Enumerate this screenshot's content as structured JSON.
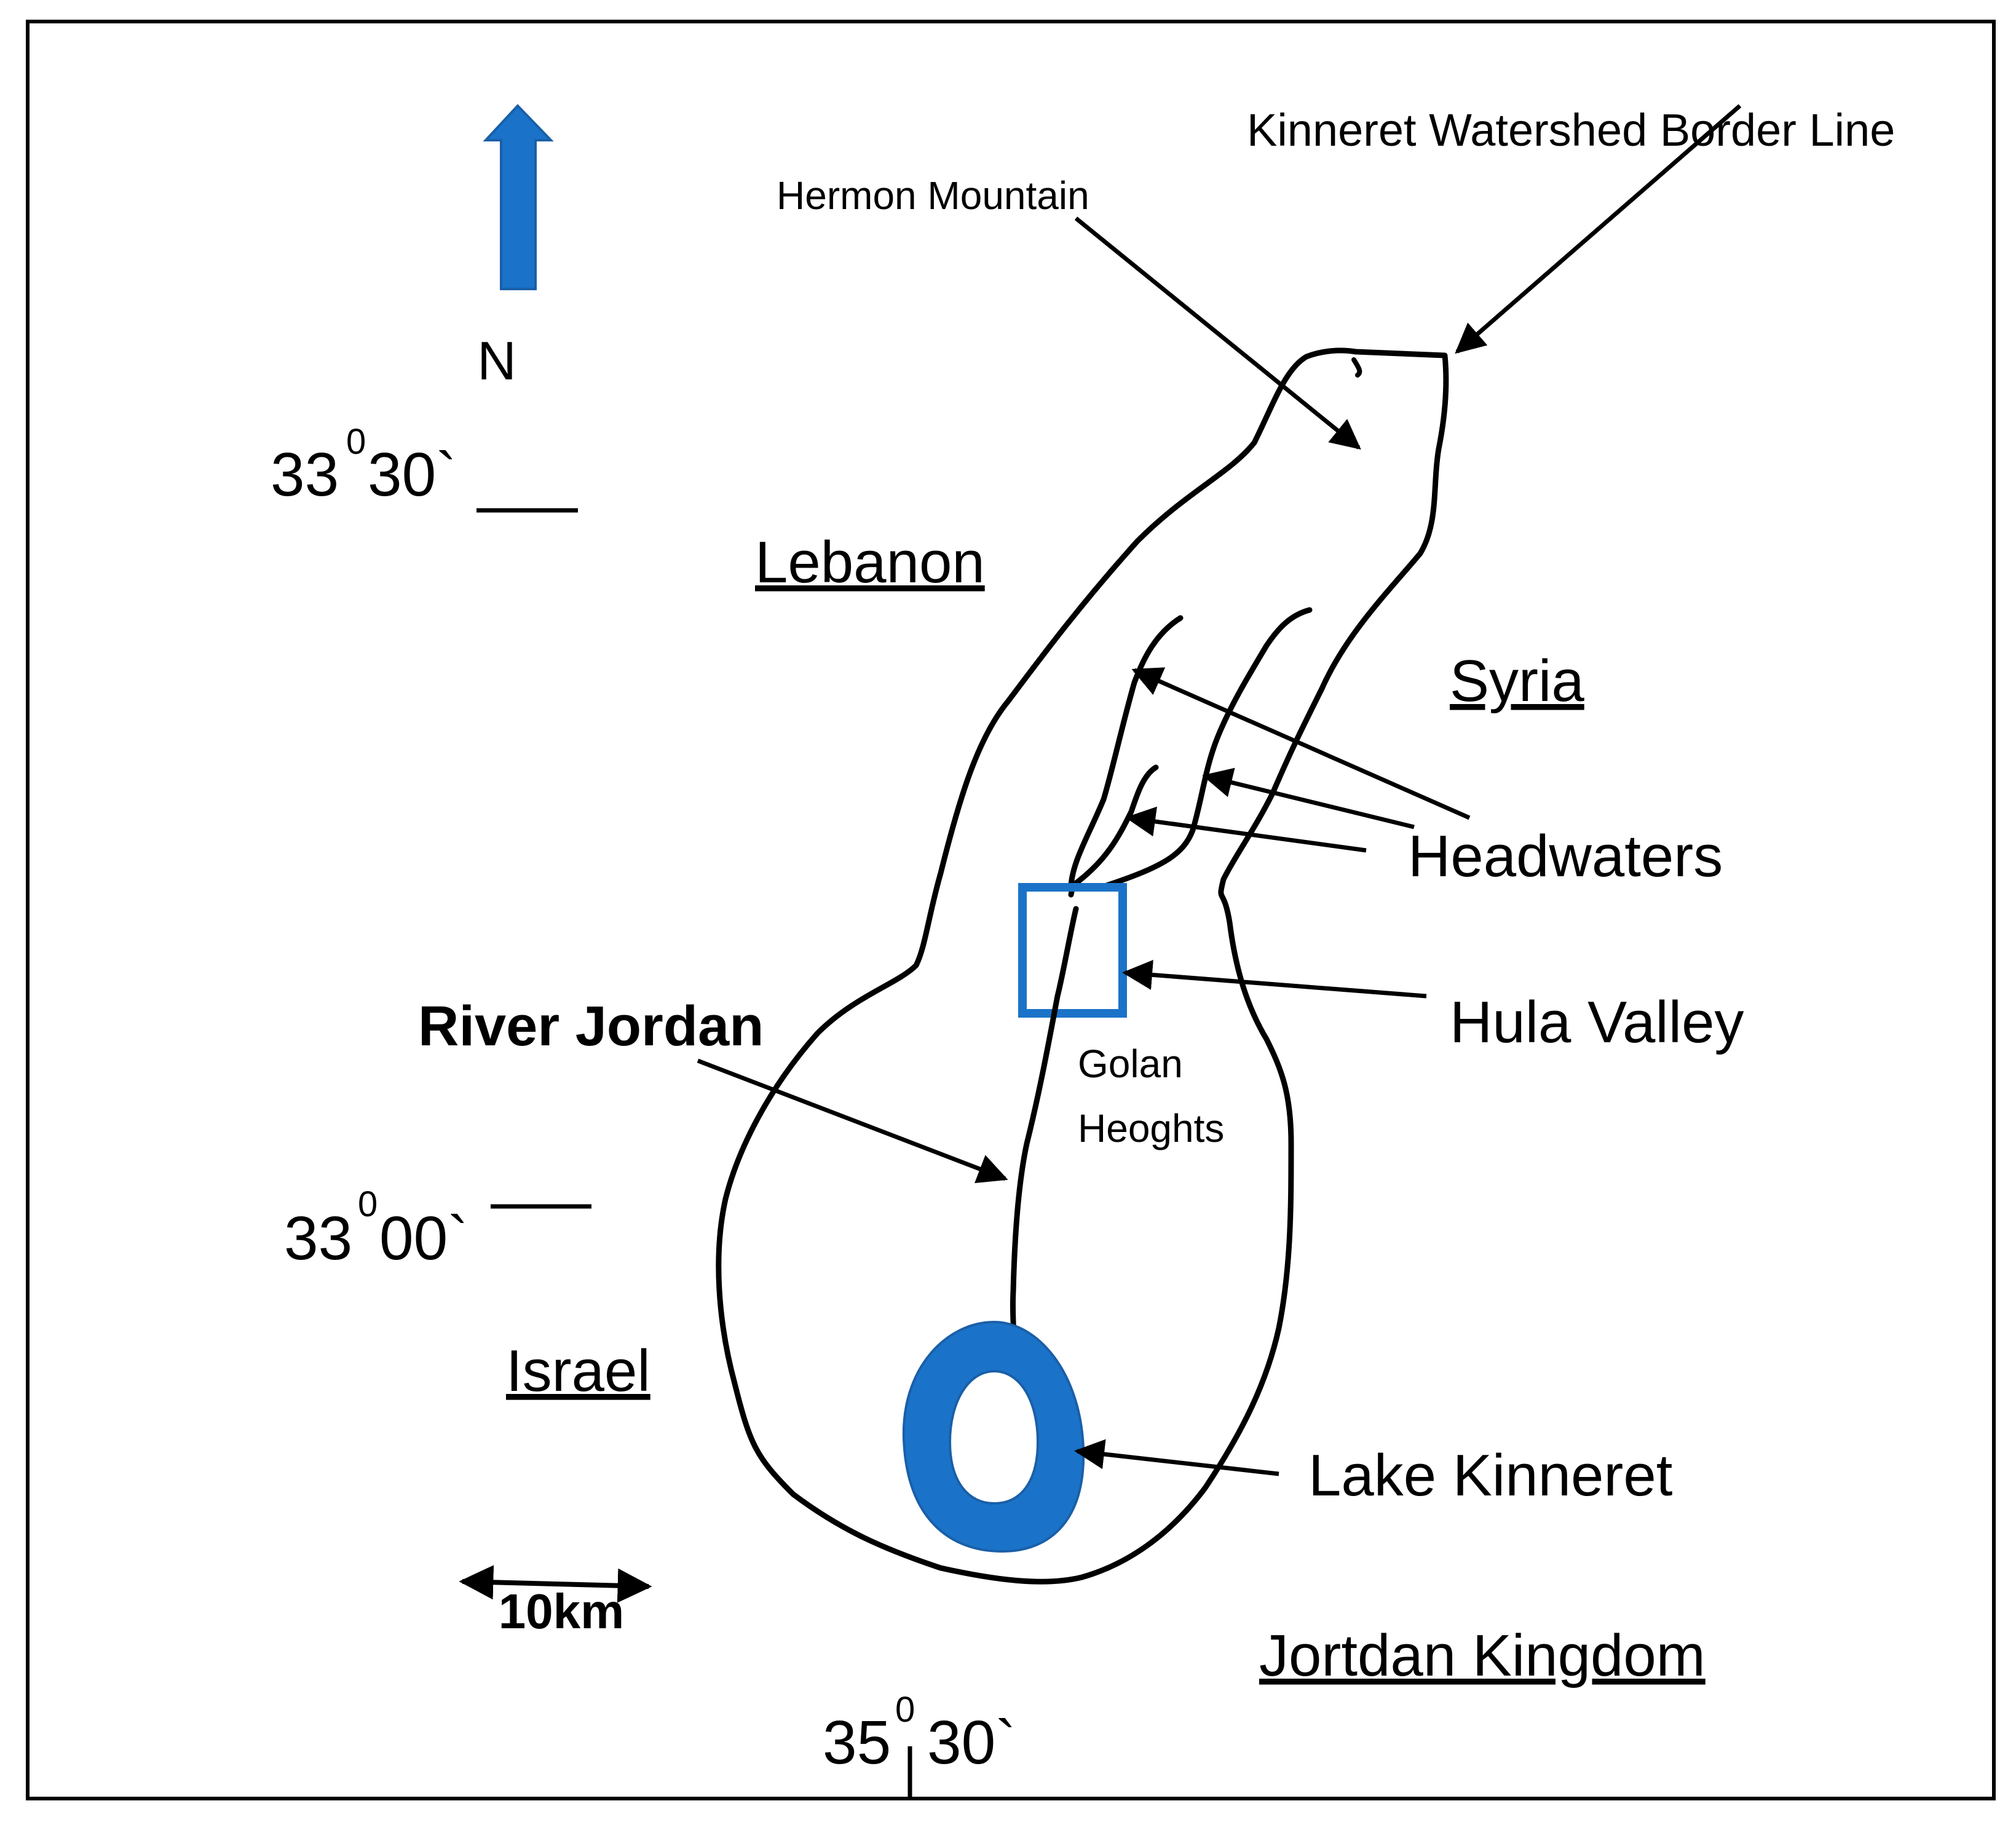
{
  "compass": {
    "letter": "N",
    "arrow_color": "#1a73c8"
  },
  "latitudes": [
    {
      "deg": "33",
      "sup": "0",
      "min": "30`"
    },
    {
      "deg": "33",
      "sup": "0",
      "min": "00`"
    }
  ],
  "longitude": {
    "deg": "35",
    "sup": "0",
    "min": "30`"
  },
  "countries": {
    "lebanon": "Lebanon",
    "syria": "Syria",
    "israel": "Israel",
    "jordan": "Jortdan Kingdom"
  },
  "labels": {
    "watershed_border": "Kinneret Watershed Border Line",
    "hermon": "Hermon Mountain",
    "headwaters": "Headwaters",
    "hula": "Hula Valley",
    "river": "River Jordan",
    "golan_1": "Golan",
    "golan_2": "Heoghts",
    "lake": "Lake Kinneret"
  },
  "scale": {
    "label": "10km"
  },
  "colors": {
    "water": "#1a73c8",
    "water_edge": "#1a5fa8",
    "line": "#000000"
  }
}
